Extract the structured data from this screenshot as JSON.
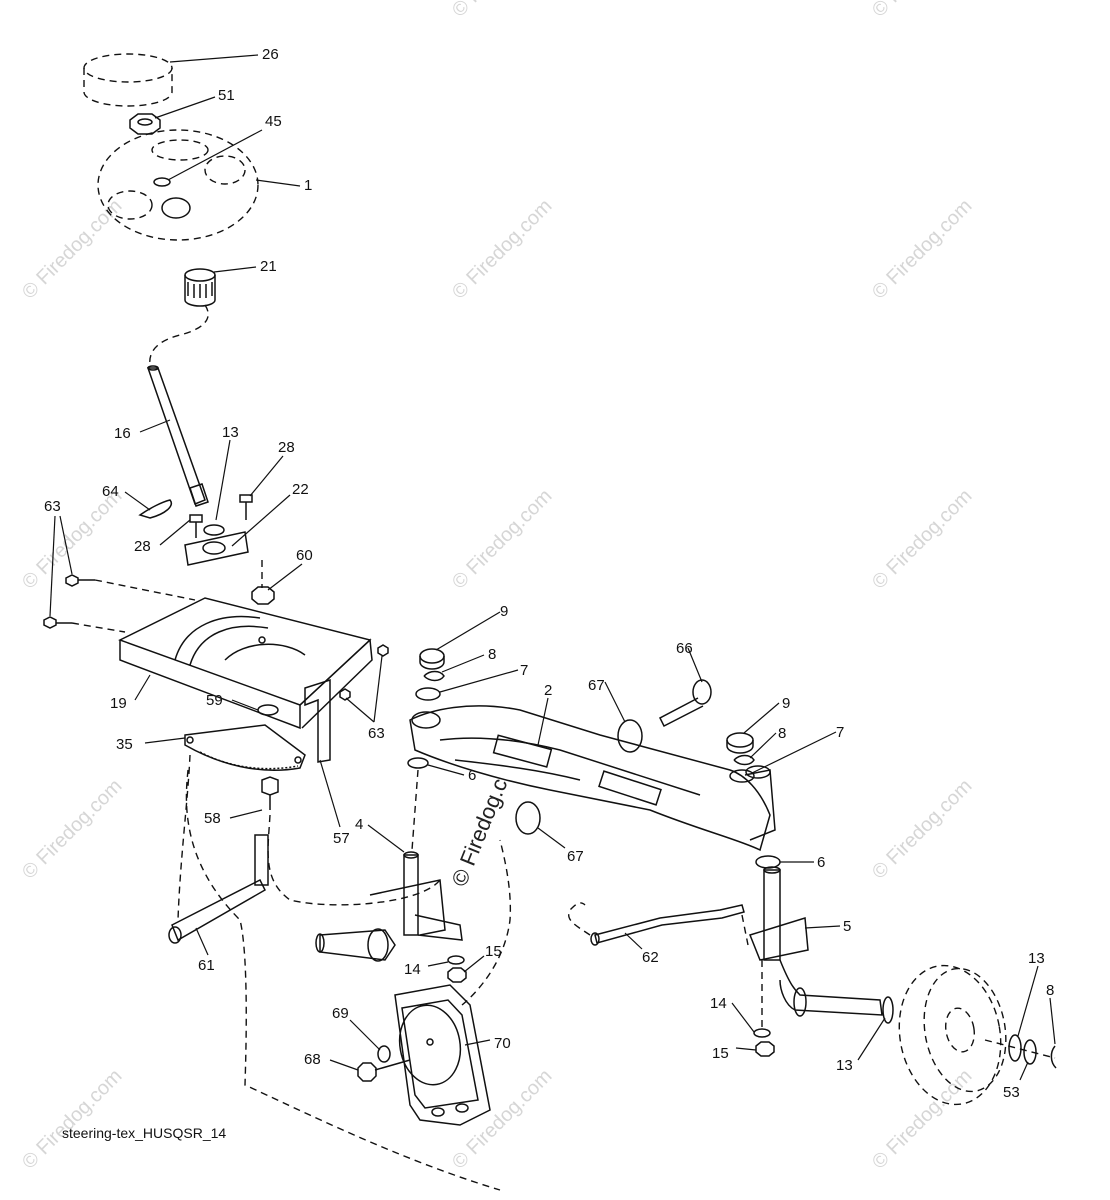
{
  "diagram": {
    "caption": "steering-tex_HUSQSR_14",
    "watermark_text": "© Firedog.com",
    "callouts": [
      {
        "id": "c-26",
        "label": "26"
      },
      {
        "id": "c-51",
        "label": "51"
      },
      {
        "id": "c-45",
        "label": "45"
      },
      {
        "id": "c-1",
        "label": "1"
      },
      {
        "id": "c-21",
        "label": "21"
      },
      {
        "id": "c-16",
        "label": "16"
      },
      {
        "id": "c-13a",
        "label": "13"
      },
      {
        "id": "c-28a",
        "label": "28"
      },
      {
        "id": "c-64",
        "label": "64"
      },
      {
        "id": "c-22",
        "label": "22"
      },
      {
        "id": "c-28b",
        "label": "28"
      },
      {
        "id": "c-63a",
        "label": "63"
      },
      {
        "id": "c-60",
        "label": "60"
      },
      {
        "id": "c-19",
        "label": "19"
      },
      {
        "id": "c-59",
        "label": "59"
      },
      {
        "id": "c-63b",
        "label": "63"
      },
      {
        "id": "c-35",
        "label": "35"
      },
      {
        "id": "c-57",
        "label": "57"
      },
      {
        "id": "c-58",
        "label": "58"
      },
      {
        "id": "c-61",
        "label": "61"
      },
      {
        "id": "c-9a",
        "label": "9"
      },
      {
        "id": "c-8a",
        "label": "8"
      },
      {
        "id": "c-7a",
        "label": "7"
      },
      {
        "id": "c-66",
        "label": "66"
      },
      {
        "id": "c-2",
        "label": "2"
      },
      {
        "id": "c-67a",
        "label": "67"
      },
      {
        "id": "c-9b",
        "label": "9"
      },
      {
        "id": "c-8b",
        "label": "8"
      },
      {
        "id": "c-7b",
        "label": "7"
      },
      {
        "id": "c-6a",
        "label": "6"
      },
      {
        "id": "c-4",
        "label": "4"
      },
      {
        "id": "c-67b",
        "label": "67"
      },
      {
        "id": "c-6b",
        "label": "6"
      },
      {
        "id": "c-5",
        "label": "5"
      },
      {
        "id": "c-15a",
        "label": "15"
      },
      {
        "id": "c-14a",
        "label": "14"
      },
      {
        "id": "c-62",
        "label": "62"
      },
      {
        "id": "c-13b",
        "label": "13"
      },
      {
        "id": "c-8c",
        "label": "8"
      },
      {
        "id": "c-14b",
        "label": "14"
      },
      {
        "id": "c-15b",
        "label": "15"
      },
      {
        "id": "c-13c",
        "label": "13"
      },
      {
        "id": "c-53",
        "label": "53"
      },
      {
        "id": "c-69",
        "label": "69"
      },
      {
        "id": "c-70",
        "label": "70"
      },
      {
        "id": "c-68",
        "label": "68"
      }
    ]
  }
}
